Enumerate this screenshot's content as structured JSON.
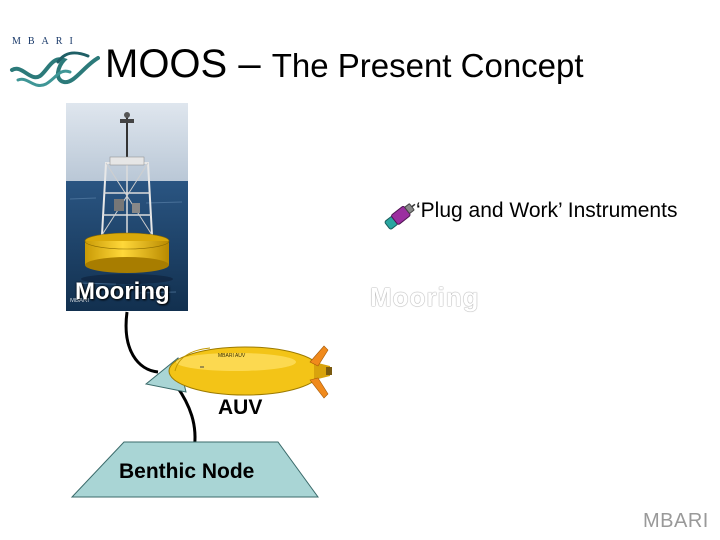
{
  "logo": {
    "text": "MBARI",
    "icon": "mbari-wave-logo"
  },
  "title": {
    "main": "MOOS",
    "dash": " – ",
    "rest": "The Present Concept"
  },
  "photo": {
    "label": "Mooring",
    "credit": "MBARI"
  },
  "ghost_label": "Mooring",
  "instruments": {
    "label": "‘Plug and Work’ Instruments",
    "icon": "instrument-canister-icon"
  },
  "auv": {
    "label": "AUV",
    "hull_text": "MBARI AUV"
  },
  "benthic_node": {
    "label": "Benthic Node"
  },
  "footer": {
    "text": "MBARI"
  },
  "colors": {
    "node_fill": "#a9d5d5",
    "auv_hull": "#f3c417",
    "auv_fins": "#f08a1c",
    "buoy": "#e9b90d",
    "sea": "#1c3e64",
    "footer": "#999999"
  }
}
